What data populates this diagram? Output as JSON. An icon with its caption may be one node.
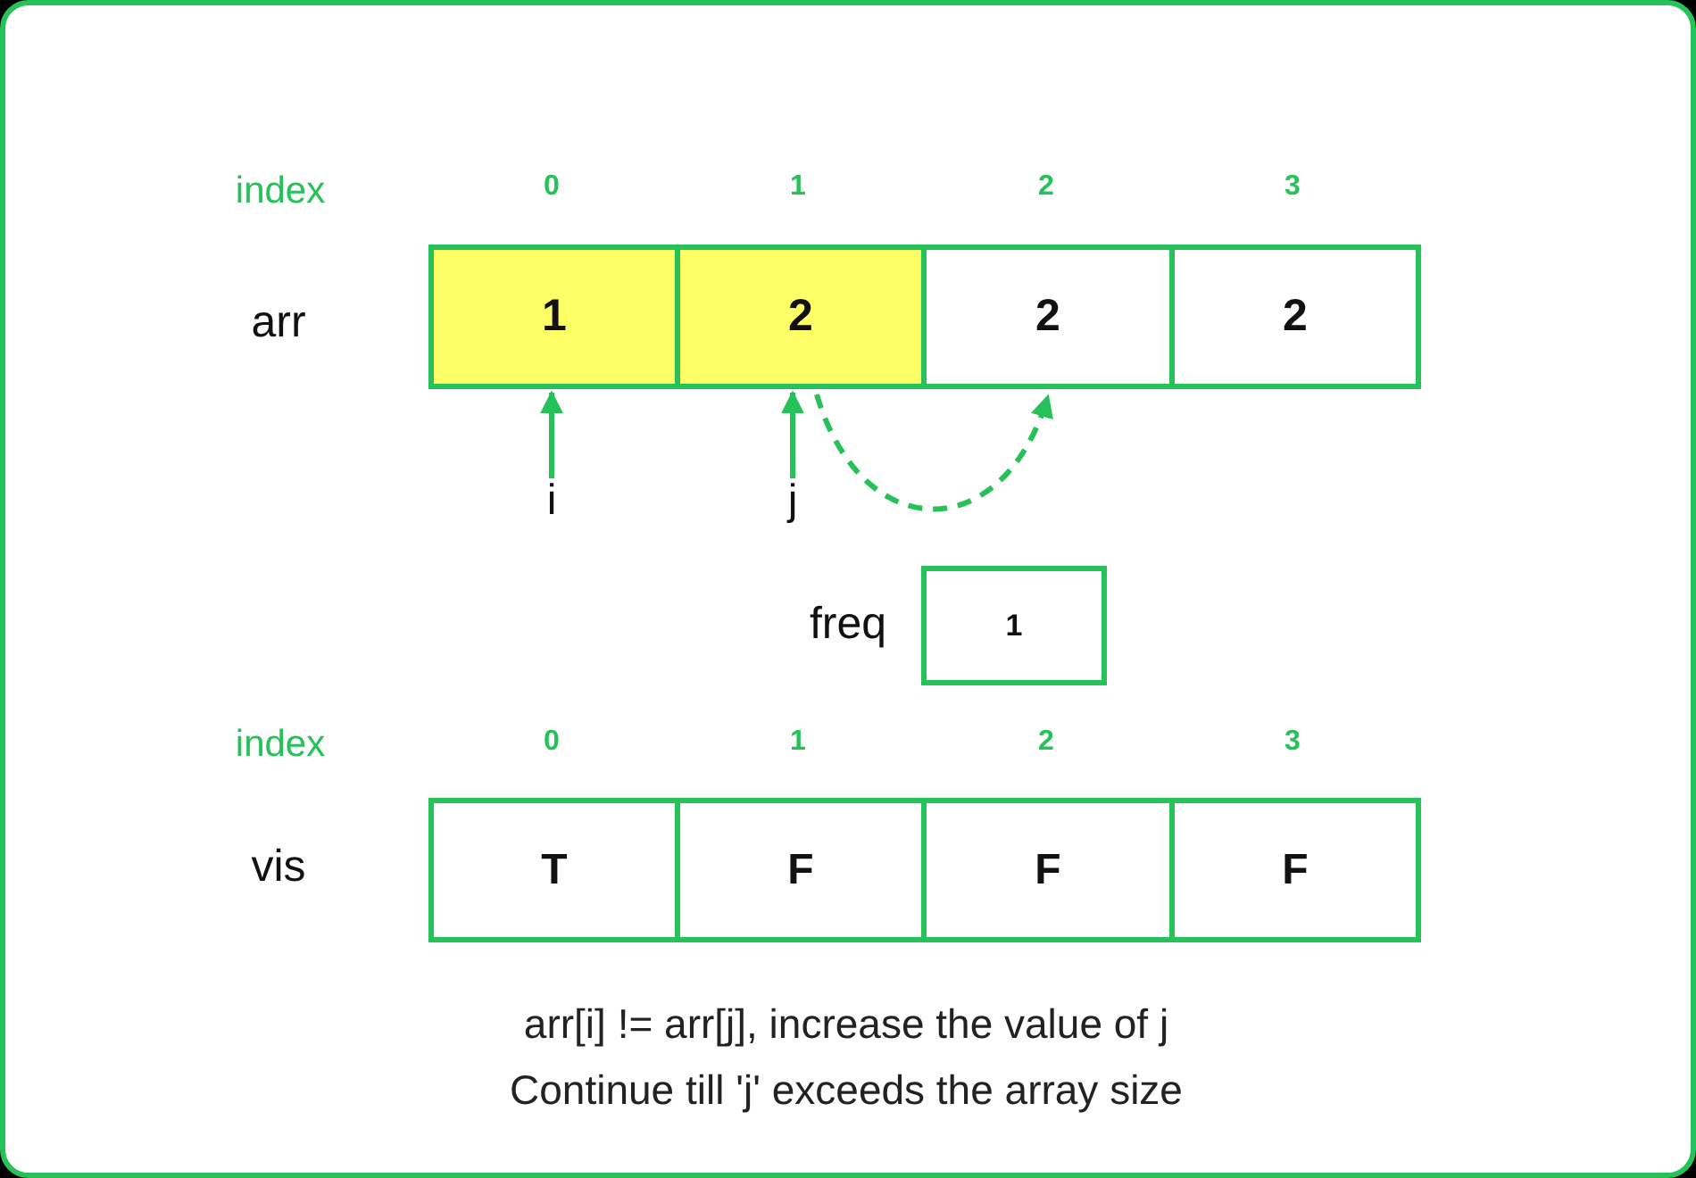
{
  "diagram": {
    "nodes": [
      {
        "text": [
          "1"
        ]
      },
      {
        "text": [
          "2"
        ]
      },
      {
        "text": [
          "2"
        ]
      },
      {
        "text": [
          "2"
        ]
      },
      {
        "text": [
          "i"
        ]
      },
      {
        "text": [
          "j"
        ]
      },
      {
        "text": [
          "1"
        ],
        "beside": [
          "freq"
        ]
      },
      {
        "text": [
          "T"
        ]
      },
      {
        "text": [
          "F"
        ]
      },
      {
        "text": [
          "F"
        ]
      },
      {
        "text": [
          "F"
        ]
      }
    ],
    "edges": [
      {
        "from": 4,
        "to": 0,
        "arrow": "to"
      },
      {
        "from": 5,
        "to": 1,
        "arrow": "to"
      },
      {
        "from": 1,
        "to": 2,
        "arrow": "to",
        "style": "dashed"
      }
    ],
    "labels": [
      "index",
      "0",
      "1",
      "2",
      "3",
      "arr",
      "index",
      "0",
      "1",
      "2",
      "3",
      "vis",
      "arr[i] != arr[j], increase the value of j",
      "Continue till 'j' exceeds the array size"
    ]
  }
}
